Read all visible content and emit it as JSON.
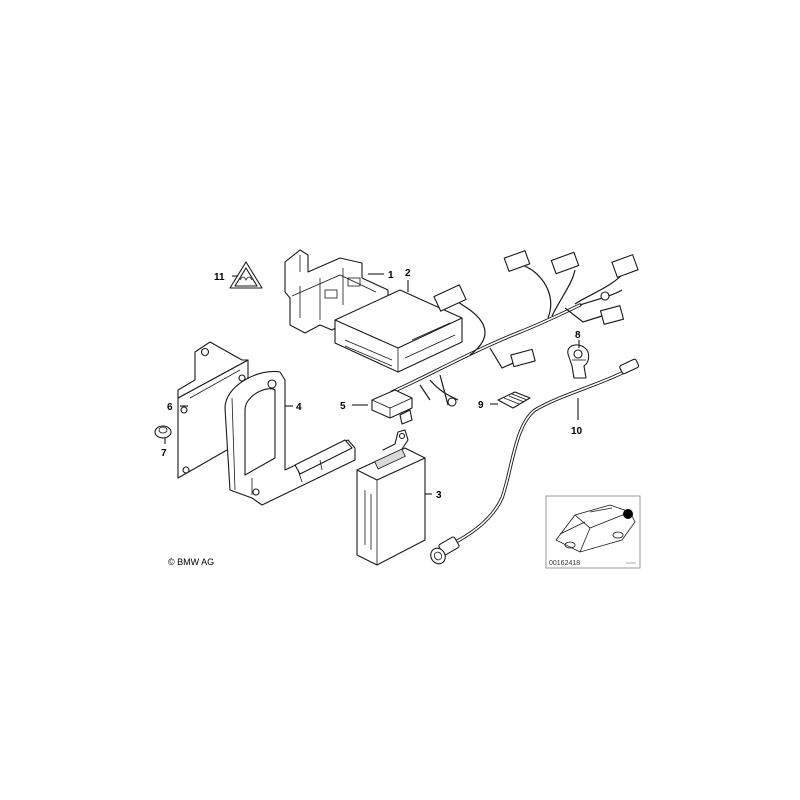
{
  "callouts": {
    "c1": "1",
    "c2": "2",
    "c3": "3",
    "c4": "4",
    "c5": "5",
    "c6": "6",
    "c7": "7",
    "c8": "8",
    "c9": "9",
    "c10": "10",
    "c11": "11"
  },
  "copyright": "© BMW AG",
  "inset": {
    "reference_number": "00162418"
  }
}
